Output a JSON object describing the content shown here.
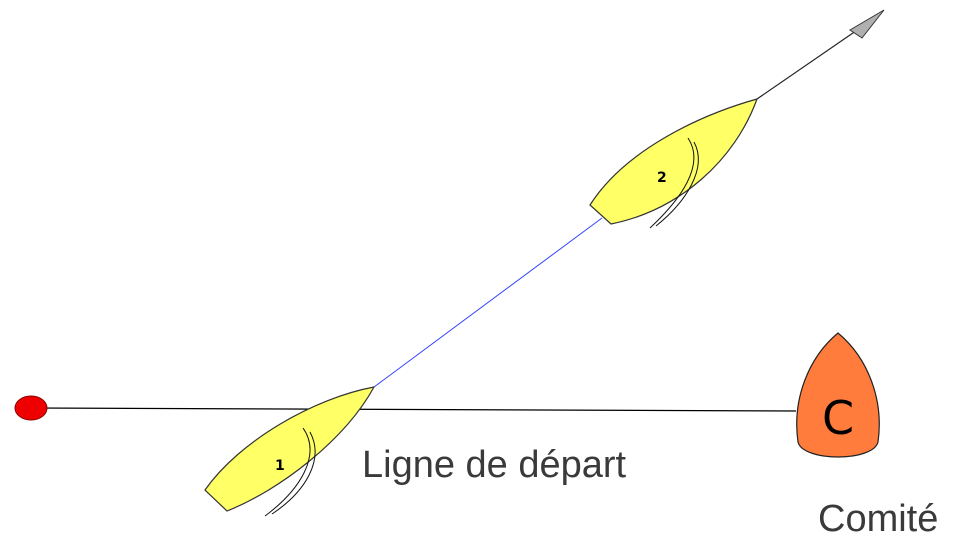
{
  "labels": {
    "start_line": "Ligne de départ",
    "committee": "Comité"
  },
  "boats": [
    {
      "number": "1"
    },
    {
      "number": "2"
    }
  ],
  "committee_boat": {
    "letter": "C"
  },
  "colors": {
    "boat_fill": "#ffff66",
    "committee_fill": "#ff7c3d",
    "mark_fill": "#ee0000",
    "course_line": "#3344ff",
    "arrow_head": "#b0b0b0",
    "start_line": "#000000"
  },
  "icons": {
    "pin_mark": "red-buoy-icon",
    "direction": "arrow-icon"
  }
}
